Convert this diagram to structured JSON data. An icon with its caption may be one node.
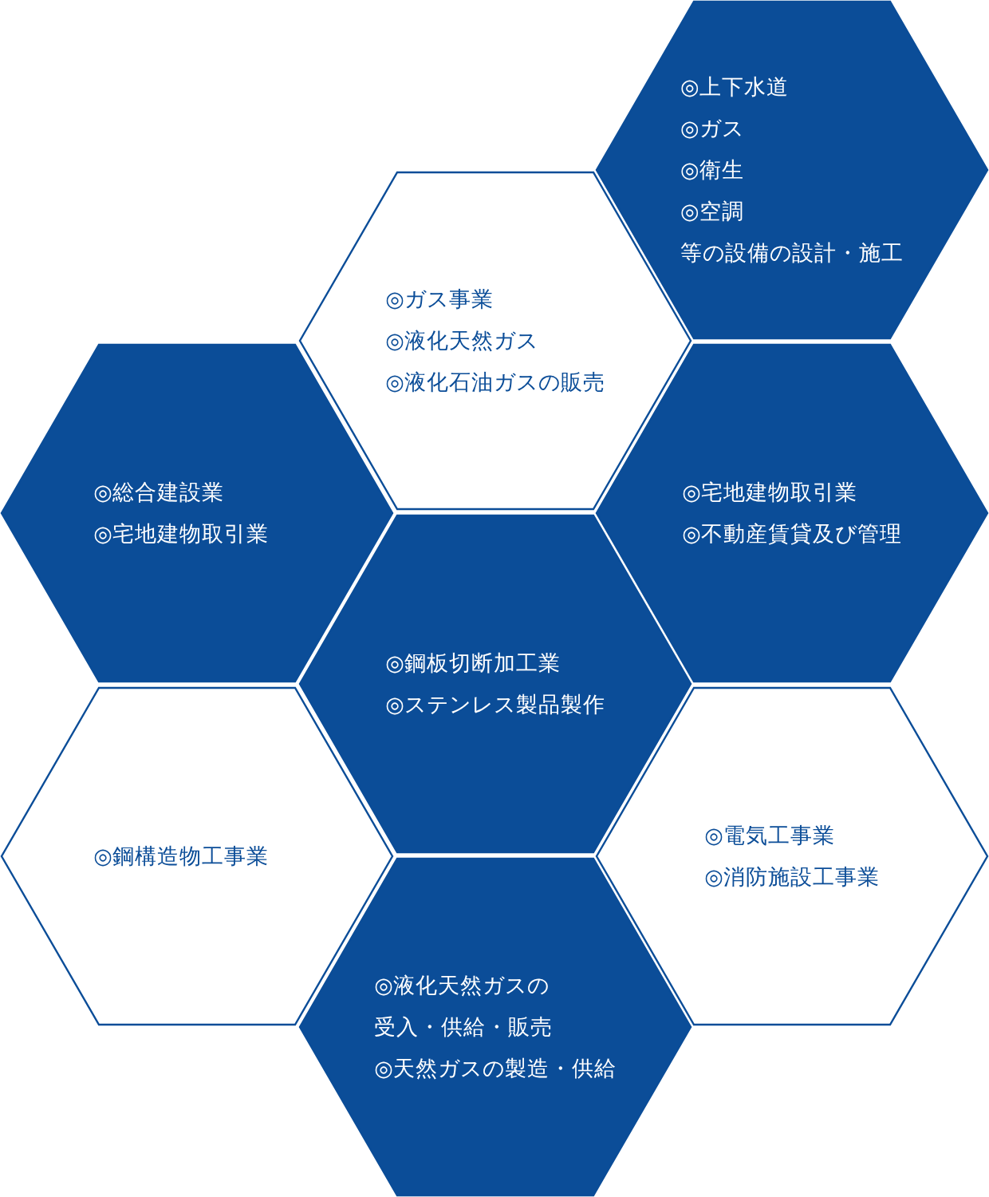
{
  "diagram": {
    "nodes": [
      {
        "text": [
          "◎上下水道",
          "◎ガス",
          "◎衛生",
          "◎空調",
          "等の設備の設計・施工"
        ]
      },
      {
        "text": [
          "◎ガス事業",
          "◎液化天然ガス",
          "◎液化石油ガスの販売"
        ]
      },
      {
        "text": [
          "◎総合建設業",
          "◎宅地建物取引業"
        ]
      },
      {
        "text": [
          "◎宅地建物取引業",
          "◎不動産賃貸及び管理"
        ]
      },
      {
        "text": [
          "◎鋼板切断加工業",
          "◎ステンレス製品製作"
        ]
      },
      {
        "text": [
          "◎鋼構造物工事業"
        ]
      },
      {
        "text": [
          "◎電気工事業",
          "◎消防施設工事業"
        ]
      },
      {
        "text": [
          "◎液化天然ガスの",
          "受入・供給・販売",
          "◎天然ガスの製造・供給"
        ]
      }
    ]
  }
}
